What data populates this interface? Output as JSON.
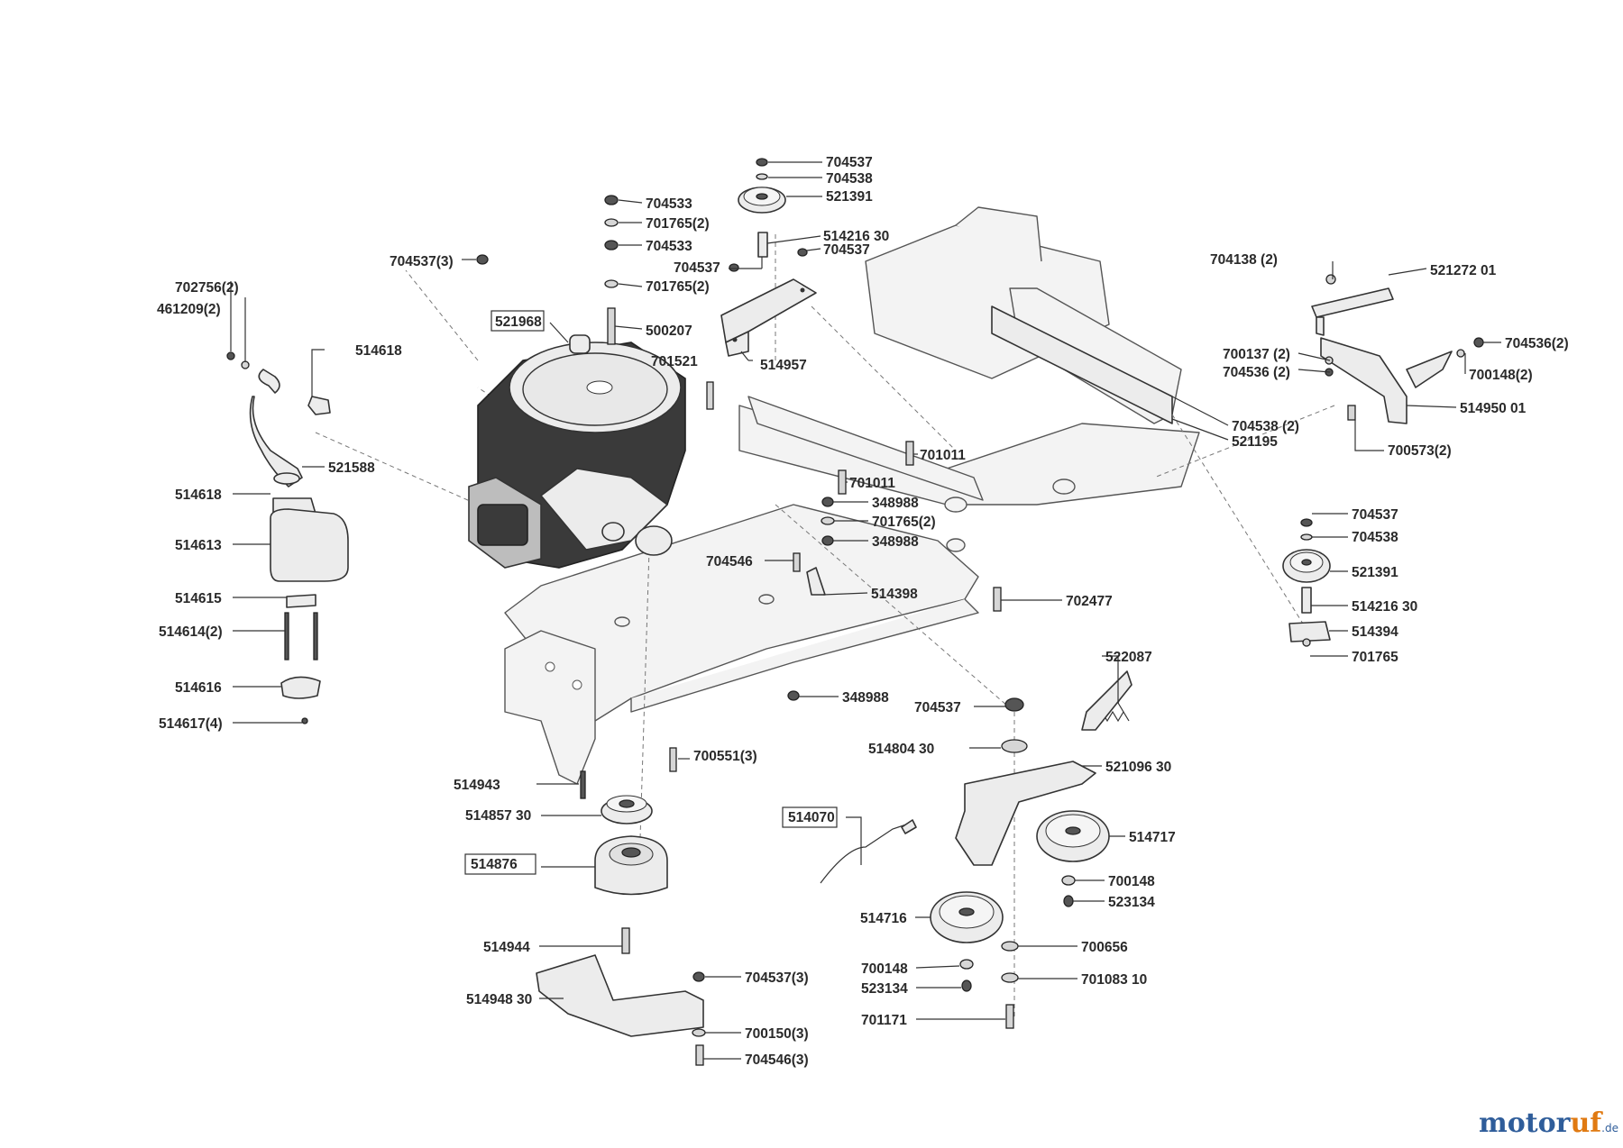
{
  "labels": [
    {
      "id": "704537-a",
      "text": "704537"
    },
    {
      "id": "704538-a",
      "text": "704538"
    },
    {
      "id": "521391-a",
      "text": "521391"
    },
    {
      "id": "704533-a",
      "text": "704533"
    },
    {
      "id": "701765-2-a",
      "text": "701765(2)"
    },
    {
      "id": "704533-b",
      "text": "704533"
    },
    {
      "id": "514216-30-a",
      "text": "514216 30"
    },
    {
      "id": "704537-b",
      "text": "704537"
    },
    {
      "id": "704537-3-a",
      "text": "704537(3)"
    },
    {
      "id": "704537-c",
      "text": "704537"
    },
    {
      "id": "701765-2-b",
      "text": "701765(2)"
    },
    {
      "id": "702756-2",
      "text": "702756(2)"
    },
    {
      "id": "461209-2",
      "text": "461209(2)"
    },
    {
      "id": "521968",
      "text": "521968"
    },
    {
      "id": "500207",
      "text": "500207"
    },
    {
      "id": "514618-a",
      "text": "514618"
    },
    {
      "id": "701521",
      "text": "701521"
    },
    {
      "id": "514957",
      "text": "514957"
    },
    {
      "id": "704138-2",
      "text": "704138 (2)"
    },
    {
      "id": "521272-01",
      "text": "521272 01"
    },
    {
      "id": "704536-2-a",
      "text": "704536(2)"
    },
    {
      "id": "700137-2",
      "text": "700137 (2)"
    },
    {
      "id": "704536-2-b",
      "text": "704536 (2)"
    },
    {
      "id": "700148-2",
      "text": "700148(2)"
    },
    {
      "id": "514950-01",
      "text": "514950 01"
    },
    {
      "id": "704538-2",
      "text": "704538 (2)"
    },
    {
      "id": "521195",
      "text": "521195"
    },
    {
      "id": "700573-2",
      "text": "700573(2)"
    },
    {
      "id": "701011-a",
      "text": "701011"
    },
    {
      "id": "521588",
      "text": "521588"
    },
    {
      "id": "514618-b",
      "text": "514618"
    },
    {
      "id": "701011-b",
      "text": "701011"
    },
    {
      "id": "348988-a",
      "text": "348988"
    },
    {
      "id": "701765-2-c",
      "text": "701765(2)"
    },
    {
      "id": "348988-b",
      "text": "348988"
    },
    {
      "id": "514613",
      "text": "514613"
    },
    {
      "id": "704537-d",
      "text": "704537"
    },
    {
      "id": "704538-b",
      "text": "704538"
    },
    {
      "id": "704546",
      "text": "704546"
    },
    {
      "id": "521391-b",
      "text": "521391"
    },
    {
      "id": "514398",
      "text": "514398"
    },
    {
      "id": "514615",
      "text": "514615"
    },
    {
      "id": "702477",
      "text": "702477"
    },
    {
      "id": "514216-30-b",
      "text": "514216 30"
    },
    {
      "id": "514614-2",
      "text": "514614(2)"
    },
    {
      "id": "514394",
      "text": "514394"
    },
    {
      "id": "701765",
      "text": "701765"
    },
    {
      "id": "522087",
      "text": "522087"
    },
    {
      "id": "514616",
      "text": "514616"
    },
    {
      "id": "348988-c",
      "text": "348988"
    },
    {
      "id": "704537-e",
      "text": "704537"
    },
    {
      "id": "514617-4",
      "text": "514617(4)"
    },
    {
      "id": "700551-3",
      "text": "700551(3)"
    },
    {
      "id": "514804-30",
      "text": "514804 30"
    },
    {
      "id": "521096-30",
      "text": "521096 30"
    },
    {
      "id": "514943",
      "text": "514943"
    },
    {
      "id": "514070",
      "text": "514070"
    },
    {
      "id": "514857-30",
      "text": "514857 30"
    },
    {
      "id": "514717",
      "text": "514717"
    },
    {
      "id": "514876",
      "text": "514876"
    },
    {
      "id": "700148-a",
      "text": "700148"
    },
    {
      "id": "523134-a",
      "text": "523134"
    },
    {
      "id": "514716",
      "text": "514716"
    },
    {
      "id": "514944",
      "text": "514944"
    },
    {
      "id": "700656",
      "text": "700656"
    },
    {
      "id": "700148-b",
      "text": "700148"
    },
    {
      "id": "704537-3-b",
      "text": "704537(3)"
    },
    {
      "id": "701083-10",
      "text": "701083 10"
    },
    {
      "id": "523134-b",
      "text": "523134"
    },
    {
      "id": "514948-30",
      "text": "514948 30"
    },
    {
      "id": "700150-3",
      "text": "700150(3)"
    },
    {
      "id": "701171",
      "text": "701171"
    },
    {
      "id": "704546-3",
      "text": "704546(3)"
    }
  ],
  "logo": {
    "main": "motor",
    "accent": "uf",
    "suffix": ".de"
  }
}
